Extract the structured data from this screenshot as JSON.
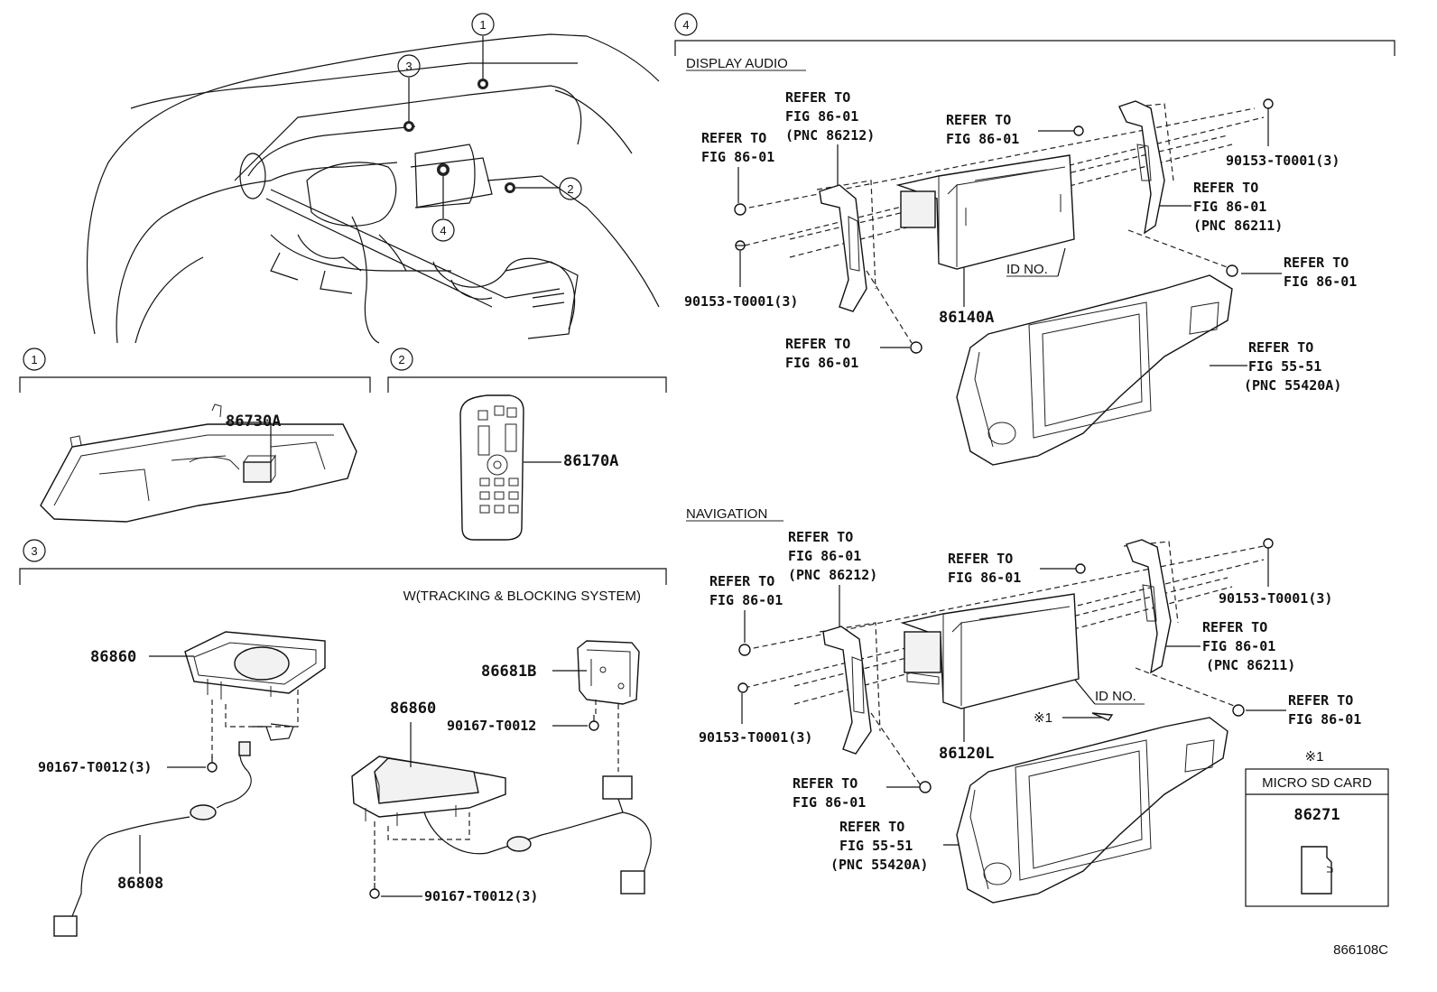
{
  "sections": {
    "s1": "1",
    "s2": "2",
    "s3": "3",
    "s4": "4"
  },
  "overview": {
    "callout_1": "1",
    "callout_2": "2",
    "callout_3": "3",
    "callout_4": "4"
  },
  "section1": {
    "part": "86730A"
  },
  "section2": {
    "part": "86170A"
  },
  "section3": {
    "header": "W(TRACKING & BLOCKING SYSTEM)",
    "left_unit": "86860",
    "left_screw": "90167-T0012(3)",
    "left_cable": "86808",
    "right_unit": "86860",
    "right_relay": "86681B",
    "right_relay_screw": "90167-T0012",
    "right_screw": "90167-T0012(3)"
  },
  "display_audio": {
    "title": "DISPLAY AUDIO",
    "ref_top": [
      "REFER TO",
      "FIG 86-01",
      "(PNC 86212)"
    ],
    "ref_left": [
      "REFER TO",
      "FIG 86-01"
    ],
    "screw_left": "90153-T0001(3)",
    "ref_mid": [
      "REFER TO",
      "FIG 86-01"
    ],
    "screw_right": "90153-T0001(3)",
    "ref_right": [
      "REFER TO",
      "FIG 86-01",
      "(PNC 86211)"
    ],
    "ref_bolt_right": [
      "REFER TO",
      "FIG 86-01"
    ],
    "id_no": "ID NO.",
    "unit": "86140A",
    "ref_bottom": [
      "REFER TO",
      "FIG 86-01"
    ],
    "ref_bezel": [
      "REFER TO",
      "FIG 55-51",
      "(PNC 55420A)"
    ]
  },
  "navigation": {
    "title": "NAVIGATION",
    "ref_top": [
      "REFER TO",
      "FIG 86-01",
      "(PNC 86212)"
    ],
    "ref_left": [
      "REFER TO",
      "FIG 86-01"
    ],
    "ref_mid": [
      "REFER TO",
      "FIG 86-01"
    ],
    "screw_right": "90153-T0001(3)",
    "ref_right": [
      "REFER TO",
      "FIG 86-01",
      "(PNC 86211)"
    ],
    "screw_left": "90153-T0001(3)",
    "id_no": "ID NO.",
    "note_mark": "※1",
    "ref_bolt_right": [
      "REFER TO",
      "FIG 86-01"
    ],
    "unit": "86120L",
    "ref_bottom": [
      "REFER TO",
      "FIG 86-01"
    ],
    "ref_bezel": [
      "REFER TO",
      "FIG 55-51",
      "(PNC 55420A)"
    ]
  },
  "sd_card": {
    "note_mark": "※1",
    "title": "MICRO SD CARD",
    "part": "86271"
  },
  "figure_id": "866108C"
}
